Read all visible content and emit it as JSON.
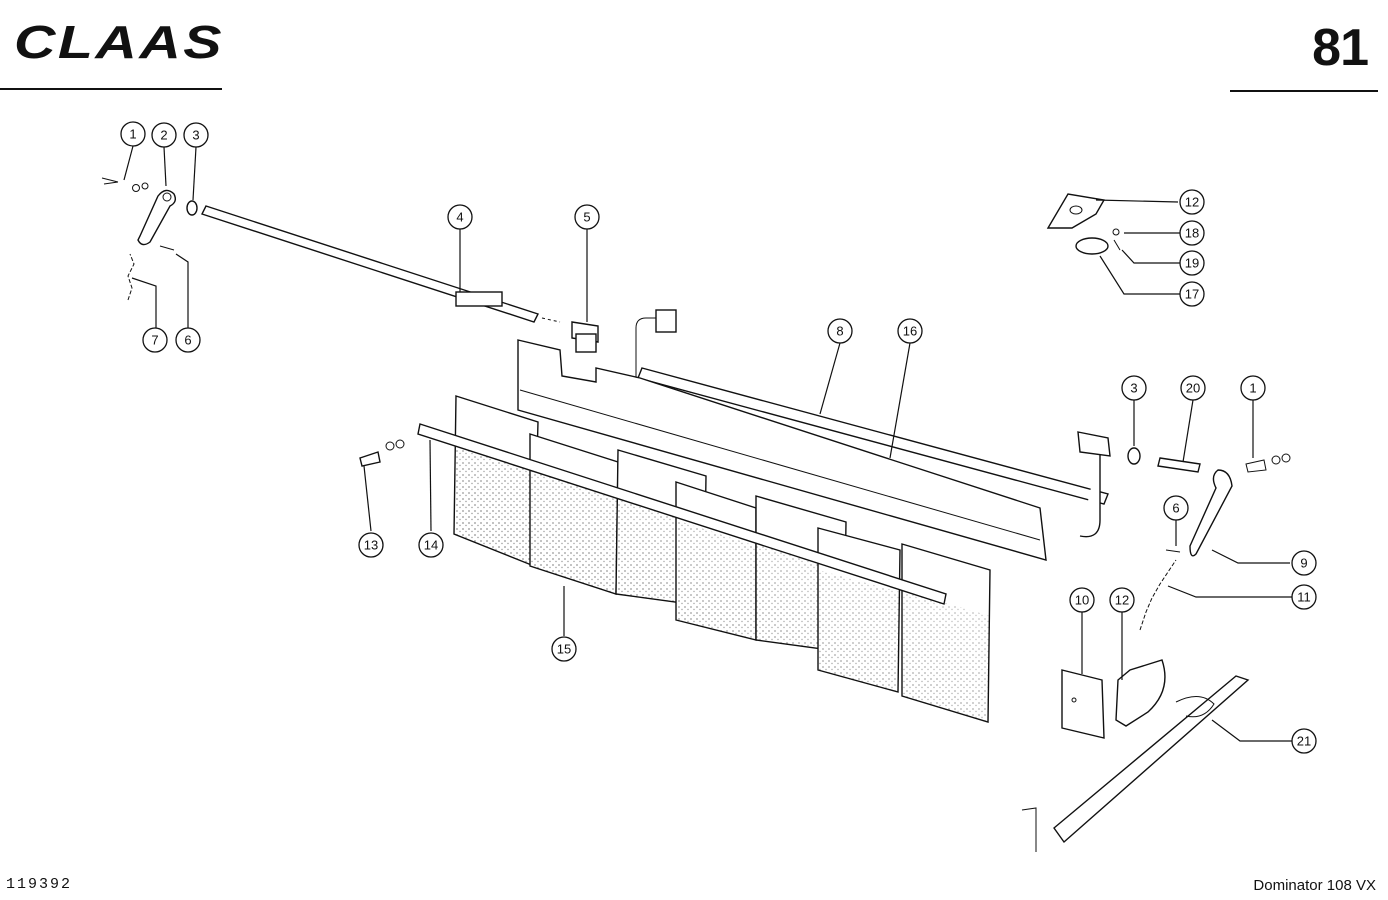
{
  "header": {
    "brand": "CLAAS",
    "page_number": "81"
  },
  "footer": {
    "document_number": "119392",
    "model": "Dominator 108 VX"
  },
  "callouts": [
    {
      "id": "c1a",
      "label": "1"
    },
    {
      "id": "c2",
      "label": "2"
    },
    {
      "id": "c3a",
      "label": "3"
    },
    {
      "id": "c4",
      "label": "4"
    },
    {
      "id": "c5",
      "label": "5"
    },
    {
      "id": "c6a",
      "label": "6"
    },
    {
      "id": "c7",
      "label": "7"
    },
    {
      "id": "c8",
      "label": "8"
    },
    {
      "id": "c16",
      "label": "16"
    },
    {
      "id": "c12a",
      "label": "12"
    },
    {
      "id": "c18",
      "label": "18"
    },
    {
      "id": "c19",
      "label": "19"
    },
    {
      "id": "c17",
      "label": "17"
    },
    {
      "id": "c3b",
      "label": "3"
    },
    {
      "id": "c20",
      "label": "20"
    },
    {
      "id": "c1b",
      "label": "1"
    },
    {
      "id": "c6b",
      "label": "6"
    },
    {
      "id": "c9",
      "label": "9"
    },
    {
      "id": "c11",
      "label": "11"
    },
    {
      "id": "c10",
      "label": "10"
    },
    {
      "id": "c12b",
      "label": "12"
    },
    {
      "id": "c21",
      "label": "21"
    },
    {
      "id": "c13",
      "label": "13"
    },
    {
      "id": "c14",
      "label": "14"
    },
    {
      "id": "c15",
      "label": "15"
    }
  ]
}
